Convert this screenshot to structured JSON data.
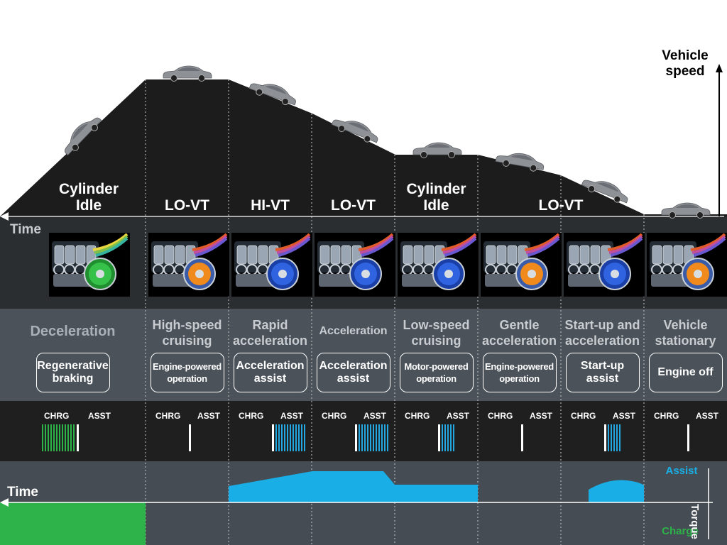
{
  "axes": {
    "vehicle_speed": "Vehicle\nspeed",
    "time_top": "Time",
    "time_bottom": "Time",
    "assist": "Assist",
    "torque": "Torque",
    "charge": "Charge"
  },
  "labels": {
    "chrg": "CHRG",
    "asst": "ASST"
  },
  "phases": [
    {
      "engine_mode": "Cylinder\nIdle",
      "condition": "Deceleration",
      "operation": "Regenerative\nbraking",
      "bar": "charge",
      "rotor": "green"
    },
    {
      "engine_mode": "LO-VT",
      "condition": "High-speed\ncruising",
      "operation": "Engine-powered\noperation",
      "bar": "none",
      "rotor": "orange"
    },
    {
      "engine_mode": "HI-VT",
      "condition": "Rapid\nacceleration",
      "operation": "Acceleration\nassist",
      "bar": "assist-large",
      "rotor": "blue"
    },
    {
      "engine_mode": "LO-VT",
      "condition": "Acceleration",
      "operation": "Acceleration\nassist",
      "bar": "assist-large",
      "rotor": "blue"
    },
    {
      "engine_mode": "Cylinder\nIdle",
      "condition": "Low-speed\ncruising",
      "operation": "Motor-powered\noperation",
      "bar": "assist-small",
      "rotor": "blue"
    },
    {
      "engine_mode": "LO-VT",
      "condition": "Gentle\nacceleration",
      "operation": "Engine-powered\noperation",
      "bar": "none",
      "rotor": "orange"
    },
    {
      "engine_mode": "",
      "condition": "Start-up and\nacceleration",
      "operation": "Start-up\nassist",
      "bar": "assist-small",
      "rotor": "blue"
    },
    {
      "engine_mode": "",
      "condition": "Vehicle\nstationary",
      "operation": "Engine off",
      "bar": "none",
      "rotor": "orange"
    }
  ],
  "colors": {
    "charge": "#2db34a",
    "assist": "#1aaee6",
    "assist_bar": "#22a7e0",
    "top_bg": "#ffffff",
    "hill": "#1c1c1c",
    "engine_band": "#2b2e31",
    "condition_band": "#4b5259",
    "bar_band": "#1f1f1f",
    "torque_band": "#454c53"
  },
  "icons": [
    "car-icon",
    "engine-icon",
    "arrow-up-icon",
    "arrow-left-icon"
  ]
}
